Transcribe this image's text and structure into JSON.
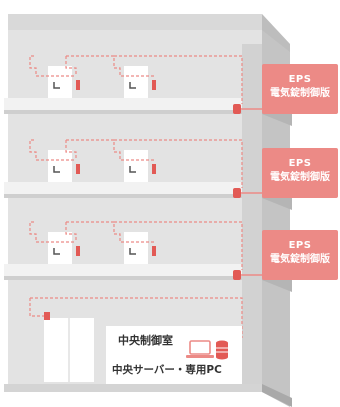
{
  "eps_labels": [
    {
      "line1": "EPS",
      "line2": "電気錠制御版"
    },
    {
      "line1": "EPS",
      "line2": "電気錠制御版"
    },
    {
      "line1": "EPS",
      "line2": "電気錠制御版"
    }
  ],
  "control_room": {
    "room_label": "中央制御室",
    "equipment_label": "中央サーバー・専用PC"
  },
  "colors": {
    "building_front": "#e3e3e3",
    "building_side": "#c4c4c4",
    "ledge": "#f2f2f2",
    "wiring": "#ec8a86",
    "label_bg": "#ec8a86",
    "door": "#ffffff",
    "lock_unit": "#e25a55"
  },
  "icons": [
    "door-icon",
    "electric-lock-icon",
    "lock-controller-icon",
    "laptop-icon",
    "server-icon"
  ]
}
